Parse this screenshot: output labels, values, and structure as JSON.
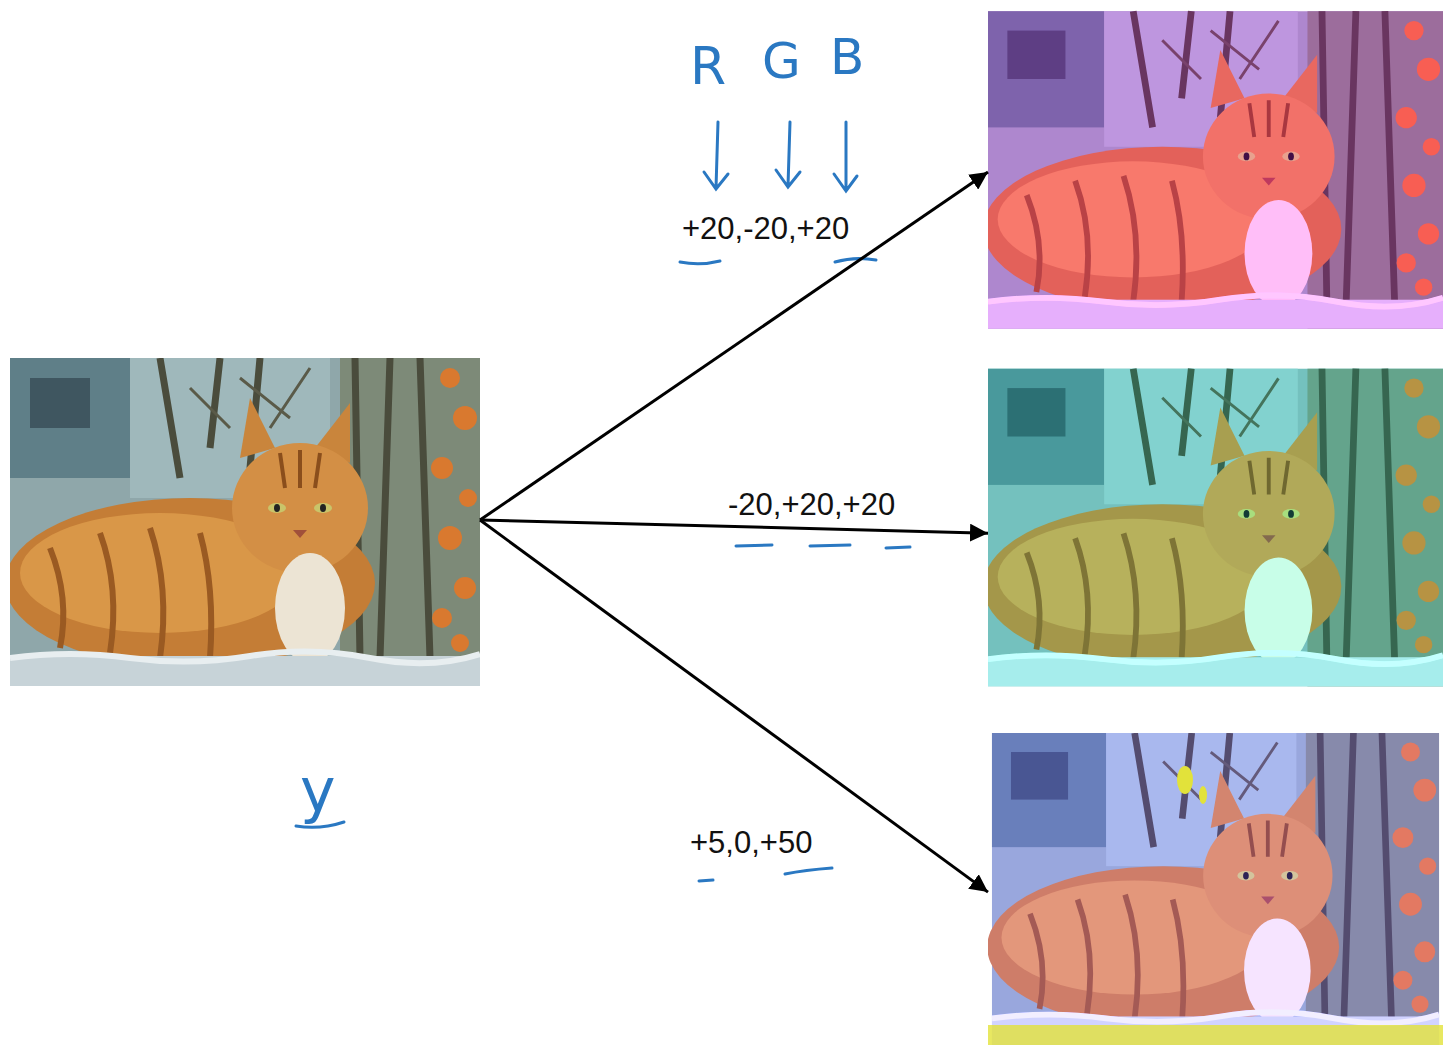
{
  "diagram": {
    "nodes": [
      {
        "text": []
      },
      {
        "text": []
      },
      {
        "text": []
      },
      {
        "text": []
      }
    ],
    "edges": [
      {
        "from": 0,
        "to": 1,
        "arrow": "to",
        "label": "+20,-20,+20"
      },
      {
        "from": 0,
        "to": 2,
        "arrow": "to",
        "label": "-20,+20,+20"
      },
      {
        "from": 0,
        "to": 3,
        "arrow": "to",
        "label": "+5,0,+50"
      }
    ],
    "labels": [
      "R",
      "G",
      "B",
      "y"
    ]
  }
}
